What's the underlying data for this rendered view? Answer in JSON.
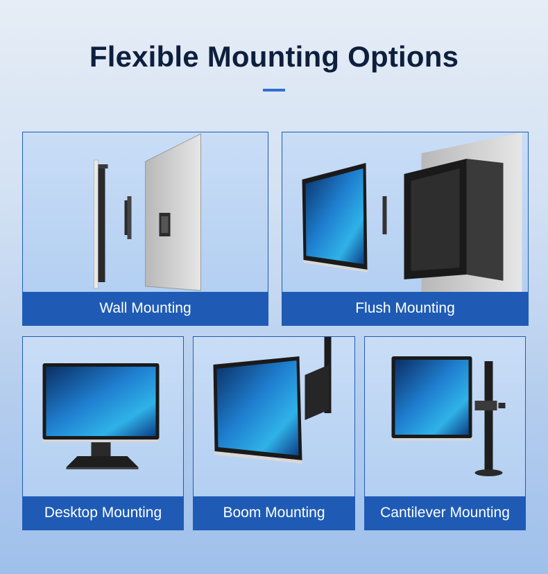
{
  "heading": "Flexible Mounting Options",
  "accent_color": "#1f5bb5",
  "options": [
    {
      "label": "Wall Mounting",
      "icon": "wall-mount-illustration"
    },
    {
      "label": "Flush Mounting",
      "icon": "flush-mount-illustration"
    },
    {
      "label": "Desktop Mounting",
      "icon": "desktop-stand-illustration"
    },
    {
      "label": "Boom Mounting",
      "icon": "boom-arm-illustration"
    },
    {
      "label": "Cantilever Mounting",
      "icon": "cantilever-pole-illustration"
    }
  ]
}
